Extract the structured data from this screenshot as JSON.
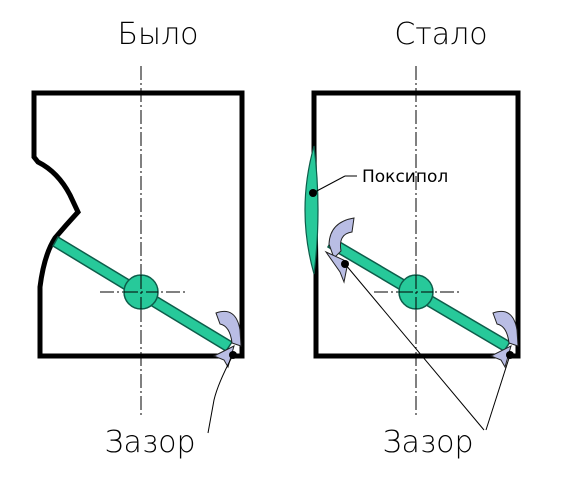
{
  "panels": {
    "before": {
      "title": "Было",
      "gap_label": "Зазор"
    },
    "after": {
      "title": "Стало",
      "gap_label": "Зазор",
      "patch_label": "Поксипол"
    }
  },
  "colors": {
    "green": "#27c99a",
    "arrow": "#b9bde4",
    "stroke": "#000000"
  }
}
